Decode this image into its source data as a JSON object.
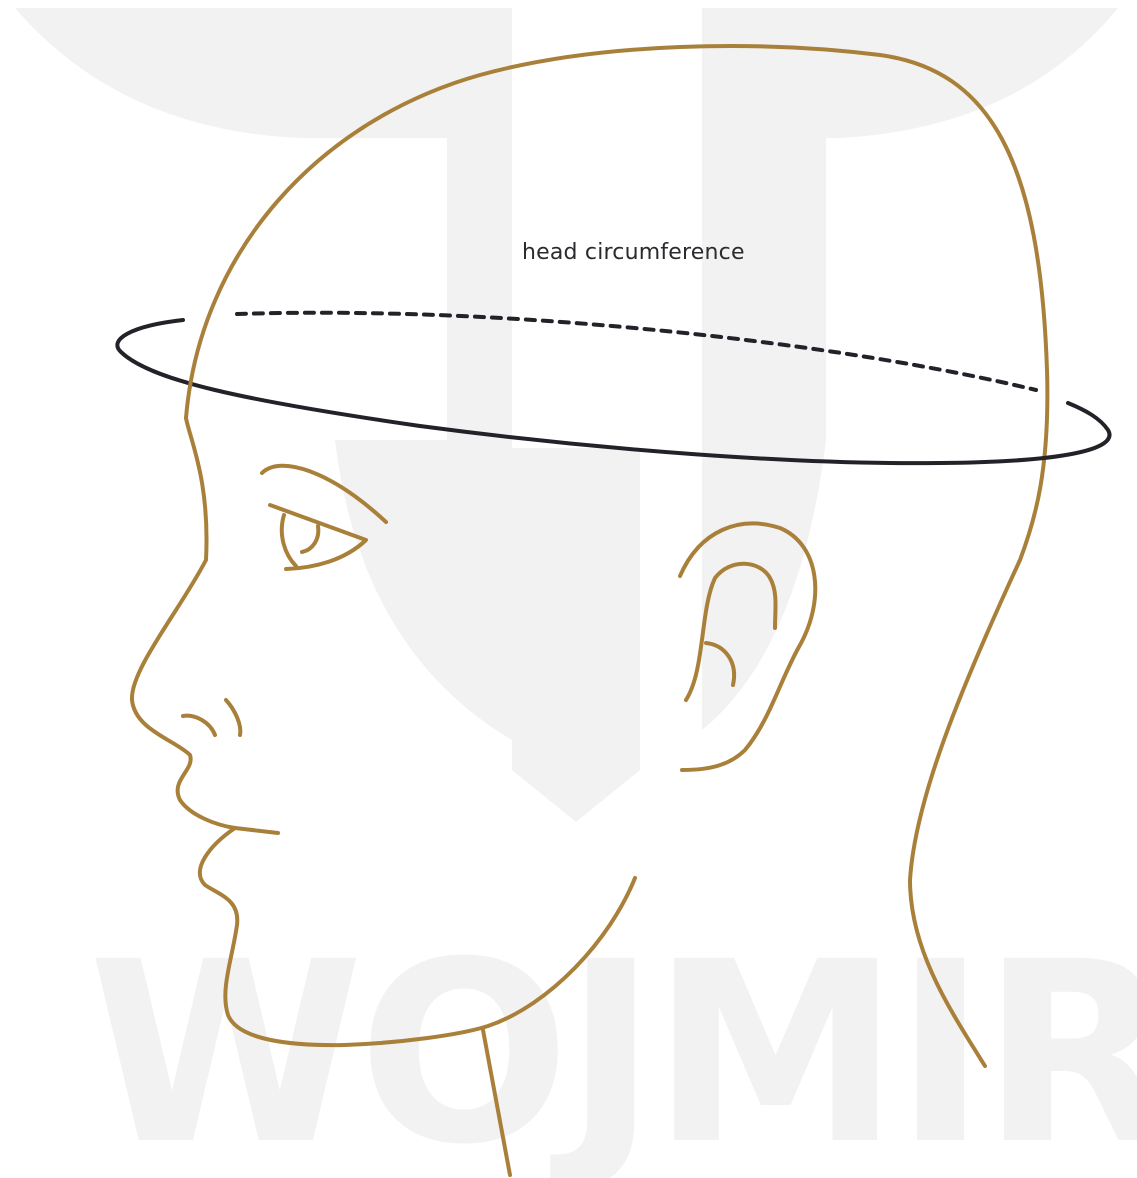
{
  "label": {
    "text": "head circumference"
  },
  "watermark": {
    "text": "WOJMIR"
  },
  "colors": {
    "head": "#a9803a",
    "band": "#242228",
    "watermark": "#f2f2f2",
    "text": "#2b2a2f"
  },
  "icons": {
    "head": "head-profile-illustration",
    "band": "measuring-ellipse",
    "logo": "watermark-logo"
  }
}
